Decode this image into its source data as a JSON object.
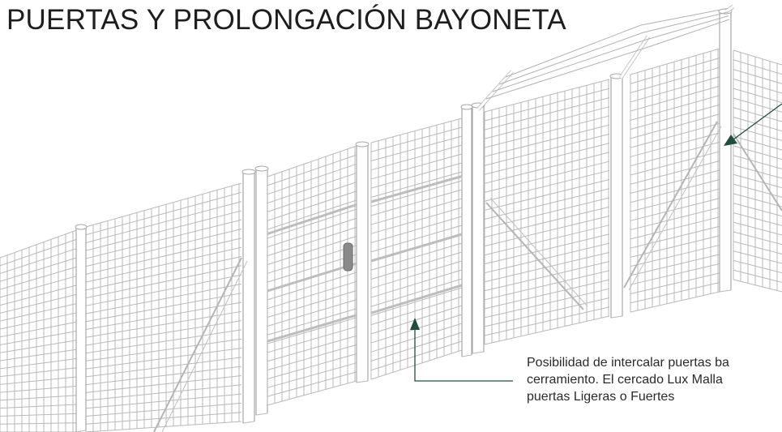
{
  "title": "PUERTAS Y PROLONGACIÓN BAYONETA",
  "caption": {
    "line1": "Posibilidad de intercalar puertas ba",
    "line2": "cerramiento. El cercado Lux Malla",
    "line3": "puertas Ligeras o Fuertes"
  },
  "colors": {
    "line": "#b4b4b4",
    "arrow": "#1f4f3a",
    "text": "#2a2a2a",
    "handle": "#7a7a7a"
  }
}
